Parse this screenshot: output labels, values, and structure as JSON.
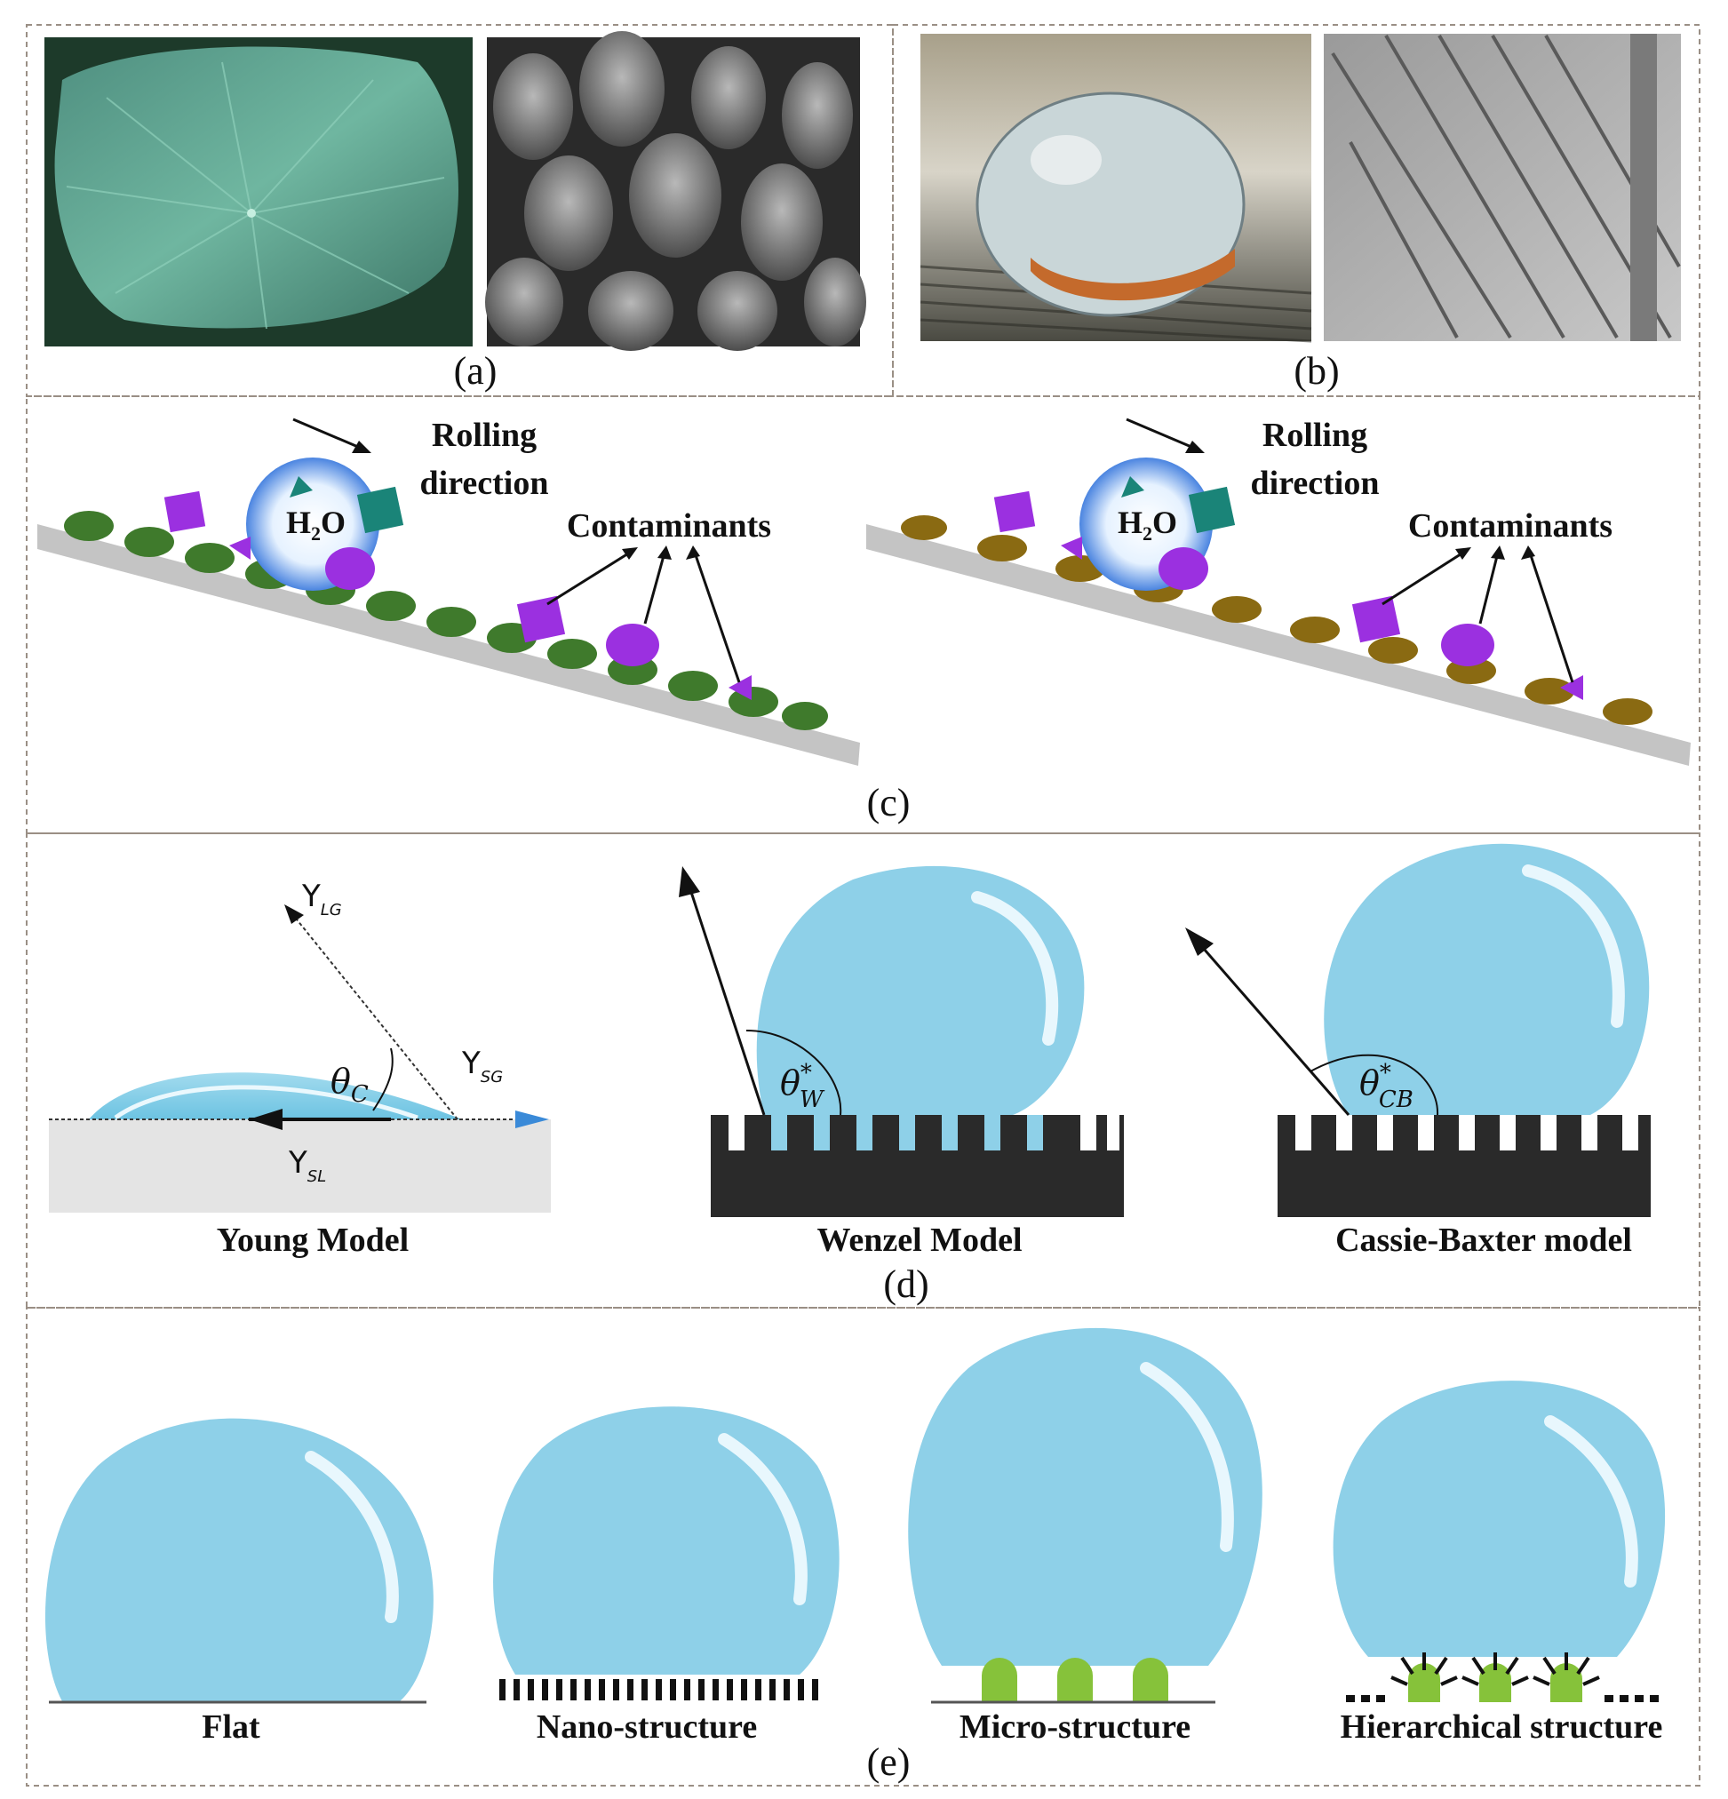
{
  "panels": {
    "a": {
      "caption": "(a)"
    },
    "b": {
      "caption": "(b)"
    },
    "c": {
      "caption": "(c)",
      "water_label": "H",
      "water_sub": "2",
      "water_label_end": "O",
      "rolling_line1": "Rolling",
      "rolling_line2": "direction",
      "contaminants": "Contaminants"
    },
    "d": {
      "caption": "(d)",
      "young": {
        "label": "Young Model",
        "gamma_lg": "Y",
        "gamma_lg_sub": "LG",
        "gamma_sg": "Y",
        "gamma_sg_sub": "SG",
        "gamma_sl": "Y",
        "gamma_sl_sub": "SL",
        "theta": "θ",
        "theta_sub": "C"
      },
      "wenzel": {
        "label": "Wenzel Model",
        "theta": "θ",
        "theta_sub": "W",
        "theta_sup": "*"
      },
      "cassie": {
        "label": "Cassie-Baxter model",
        "theta": "θ",
        "theta_sub": "CB",
        "theta_sup": "*"
      }
    },
    "e": {
      "caption": "(e)",
      "labels": [
        "Flat",
        "Nano-structure",
        "Micro-structure",
        "Hierarchical structure"
      ]
    }
  },
  "colors": {
    "drop": "#8ed0e8",
    "leaf_bump": "#3f7a2c",
    "rough_bump": "#8a6a12",
    "contaminant": "#9b30e0",
    "teal": "#1a8478",
    "substrate": "#c4c4c4",
    "pillar": "#2a2a2a",
    "micro": "#86c23a",
    "border": "#9a8f85"
  }
}
